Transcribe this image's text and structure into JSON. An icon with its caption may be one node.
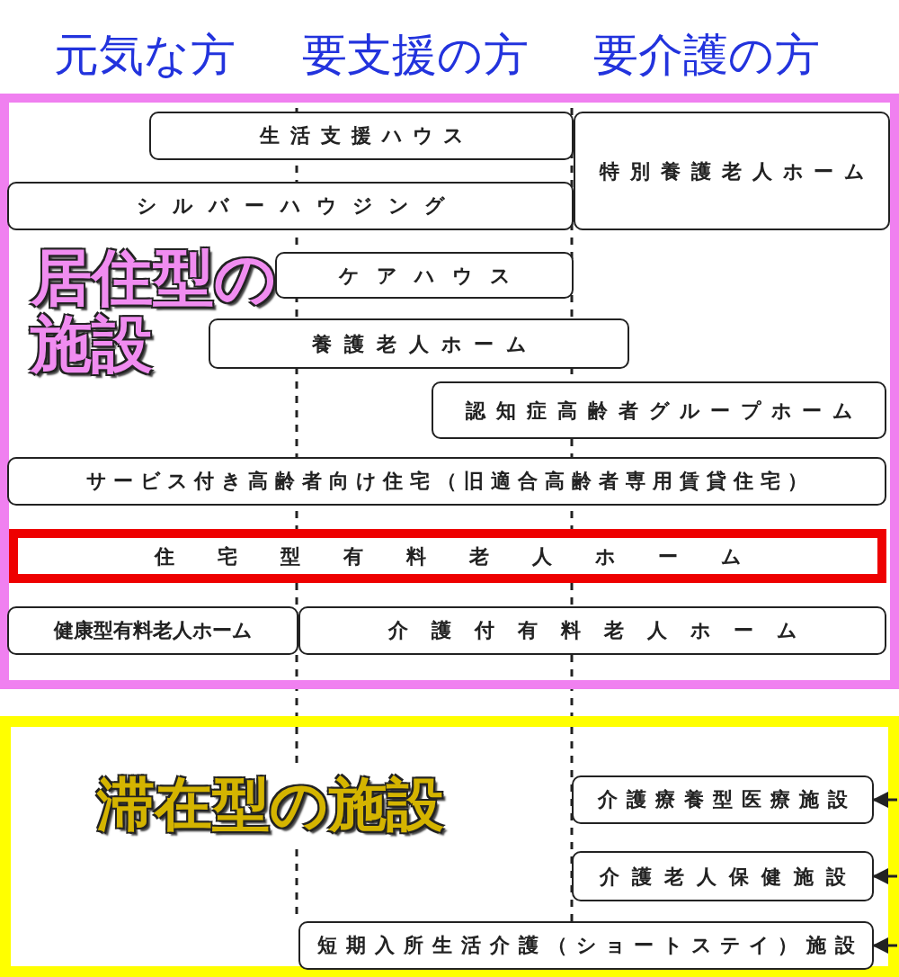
{
  "diagram": {
    "nodes": [
      {
        "text": [
          "居住型の施設"
        ]
      },
      {
        "text": [
          "生活支援ハウス"
        ],
        "in": 0
      },
      {
        "text": [
          "特別養護老人ホーム"
        ],
        "in": 0
      },
      {
        "text": [
          "シルバーハウジング"
        ],
        "in": 0
      },
      {
        "text": [
          "ケアハウス"
        ],
        "in": 0
      },
      {
        "text": [
          "養護老人ホーム"
        ],
        "in": 0
      },
      {
        "text": [
          "認知症高齢者グループホーム"
        ],
        "in": 0
      },
      {
        "text": [
          "サービス付き高齢者向け住宅（旧適合高齢者専用賃貸住宅）"
        ],
        "in": 0
      },
      {
        "text": [
          "住宅型有料老人ホーム"
        ],
        "in": 0
      },
      {
        "text": [
          "健康型有料老人ホーム"
        ],
        "in": 0
      },
      {
        "text": [
          "介護付有料老人ホーム"
        ],
        "in": 0
      },
      {
        "text": [
          "滞在型の施設"
        ]
      },
      {
        "text": [
          "介護療養型医療施設"
        ],
        "in": 11
      },
      {
        "text": [
          "介護老人保健施設"
        ],
        "in": 11
      },
      {
        "text": [
          "短期入所生活介護（ショートステイ）施設"
        ],
        "in": 11
      }
    ],
    "edges": [
      {
        "from": null,
        "to": 12,
        "arrow": "to"
      },
      {
        "from": null,
        "to": 13,
        "arrow": "to"
      },
      {
        "from": null,
        "to": 14,
        "arrow": "to"
      }
    ],
    "labels": [
      "元気な方",
      "要支援の方",
      "要介護の方"
    ]
  }
}
